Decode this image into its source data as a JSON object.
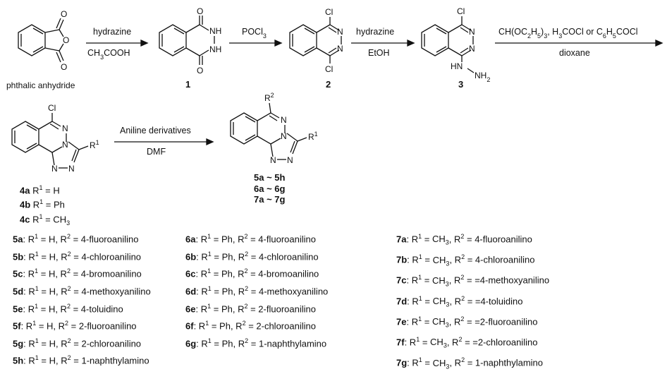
{
  "reagents": {
    "step1": {
      "above": "hydrazine",
      "below": "CH3COOH"
    },
    "step2": {
      "above": "POCl3"
    },
    "step3": {
      "above": "hydrazine",
      "below": "EtOH"
    },
    "step4": {
      "above": "CH(OC2H5)3, H3COCl or C6H5COCl",
      "below": "dioxane"
    },
    "step5": {
      "above": "Aniline derivatives",
      "below": "DMF"
    }
  },
  "compound_labels": {
    "start": "phthalic anhydride",
    "c1": "1",
    "c2": "2",
    "c3": "3"
  },
  "compound4_variants": [
    {
      "id": "4a",
      "r": "H"
    },
    {
      "id": "4b",
      "r": "Ph"
    },
    {
      "id": "4c",
      "r": "CH3"
    }
  ],
  "product_series": [
    "5a ~ 5h",
    "6a ~ 6g",
    "7a ~ 7g"
  ],
  "series5": [
    {
      "id": "5a",
      "r1": "H",
      "r2": "4-fluoroanilino"
    },
    {
      "id": "5b",
      "r1": "H",
      "r2": "4-chloroanilino"
    },
    {
      "id": "5c",
      "r1": "H",
      "r2": "4-bromoanilino"
    },
    {
      "id": "5d",
      "r1": "H",
      "r2": "4-methoxyanilino"
    },
    {
      "id": "5e",
      "r1": "H",
      "r2": "4-toluidino"
    },
    {
      "id": "5f",
      "r1": "H",
      "r2": "2-fluoroanilino"
    },
    {
      "id": "5g",
      "r1": "H",
      "r2": "2-chloroanilino"
    },
    {
      "id": "5h",
      "r1": "H",
      "r2": "1-naphthylamino"
    }
  ],
  "series6": [
    {
      "id": "6a",
      "r1": "Ph",
      "r2": "4-fluoroanilino"
    },
    {
      "id": "6b",
      "r1": "Ph",
      "r2": "4-chloroanilino"
    },
    {
      "id": "6c",
      "r1": "Ph",
      "r2": "4-bromoanilino"
    },
    {
      "id": "6d",
      "r1": "Ph",
      "r2": "4-methoxyanilino"
    },
    {
      "id": "6e",
      "r1": "Ph",
      "r2": "2-fluoroanilino"
    },
    {
      "id": "6f",
      "r1": "Ph",
      "r2": "2-chloroanilino"
    },
    {
      "id": "6g",
      "r1": "Ph",
      "r2": "1-naphthylamino"
    }
  ],
  "series7": [
    {
      "id": "7a",
      "r1": "CH3",
      "r2": "4-fluoroanilino"
    },
    {
      "id": "7b",
      "r1": "CH3",
      "r2": "4-chloroanilino"
    },
    {
      "id": "7c",
      "r1": "CH3",
      "r2": "=4-methoxyanilino"
    },
    {
      "id": "7d",
      "r1": "CH3",
      "r2": "=4-toluidino"
    },
    {
      "id": "7e",
      "r1": "CH3",
      "r2": "=2-fluoroanilino"
    },
    {
      "id": "7f",
      "r1": "CH3",
      "r2": "=2-chloroanilino"
    },
    {
      "id": "7g",
      "r1": "CH3",
      "r2": "1-naphthylamino"
    }
  ]
}
